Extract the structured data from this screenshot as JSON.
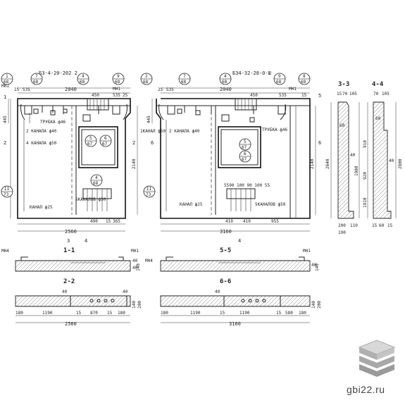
{
  "panel_left": {
    "marks": [
      "МН1",
      "МН1",
      "МН4"
    ],
    "series_code": "БЗ-4-20-202 2",
    "top_dim": "2040",
    "dims_top_left": [
      "15",
      "535"
    ],
    "dims_top_mid": [
      "450"
    ],
    "dims_top_right": [
      "535",
      "25"
    ],
    "left_dims": [
      "445",
      "2140"
    ],
    "channel_labels": [
      "2 КАНАЛА ф40",
      "ТРУБКА ф46",
      "4 КАНАЛА ф50",
      "КАНАЛ ф25",
      "5КАНАЛОВ ф50"
    ],
    "bottom_dims": [
      "490",
      "15",
      "365"
    ],
    "width": "2560",
    "section_marks": [
      "1",
      "1",
      "2",
      "2",
      "3",
      "3",
      "4",
      "4"
    ],
    "bubbles": [
      {
        "t": "1",
        "b": "68"
      },
      {
        "t": "7",
        "b": "68"
      },
      {
        "t": "4",
        "b": "68"
      },
      {
        "t": "9",
        "b": "68"
      },
      {
        "t": "5",
        "b": "67"
      },
      {
        "t": "6",
        "b": "67"
      },
      {
        "t": "II",
        "b": "73"
      },
      {
        "t": "4",
        "b": "68"
      }
    ]
  },
  "panel_right": {
    "marks": [
      "МН4",
      "МН1"
    ],
    "series_code": "БЗ4-32-28-0-Ш",
    "top_dim": "2040",
    "dims_top_left": [
      "25",
      "535"
    ],
    "dims_top_mid": [
      "450"
    ],
    "dims_top_right": [
      "535",
      "15"
    ],
    "left_dims": [
      "445",
      "2140"
    ],
    "channel_labels": [
      "1КАНАЛ ф50",
      "2 КАНАЛА ф40",
      "ТРУБКА ф46",
      "КАНАЛ ф25",
      "5КАНАЛОВ ф50"
    ],
    "bottom_dims": [
      "410",
      "410",
      "955"
    ],
    "width": "3160",
    "section_marks": [
      "5",
      "5",
      "6",
      "6",
      "4",
      "4"
    ],
    "bubbles": [
      {
        "t": "2",
        "b": "68"
      },
      {
        "t": "7",
        "b": "68"
      },
      {
        "t": "4",
        "b": "68"
      },
      {
        "t": "8",
        "b": "68"
      },
      {
        "t": "5",
        "b": "67"
      },
      {
        "t": "6",
        "b": "67"
      },
      {
        "t": "II",
        "b": "73"
      },
      {
        "t": "9",
        "b": "68"
      }
    ],
    "spacing_dims": "5590 100 90 100 55"
  },
  "section_33": {
    "title": "3-3",
    "top_dims": [
      "15",
      "70",
      "105"
    ],
    "side_dims": [
      "60",
      "2640",
      "1980",
      "40"
    ],
    "bottom_dims": [
      "200",
      "190",
      "110"
    ]
  },
  "section_44": {
    "title": "4-4",
    "top_dims": [
      "70",
      "105"
    ],
    "side_dims": [
      "60",
      "910",
      "920",
      "1910",
      "40",
      "2800"
    ],
    "bottom_dims": [
      "15",
      "60",
      "15"
    ]
  },
  "section_11": {
    "title": "1-1",
    "marks": [
      "МН4",
      "МН1"
    ],
    "dims": [
      "40",
      "40",
      "140"
    ]
  },
  "section_55": {
    "title": "5-5",
    "marks": [
      "МН4",
      "МН1"
    ],
    "dims": [
      "40",
      "140"
    ]
  },
  "section_22": {
    "title": "2-2",
    "dims": [
      "180",
      "1190",
      "15",
      "870",
      "15",
      "180"
    ],
    "width": "2560",
    "side": [
      "200",
      "140",
      "40",
      "40"
    ]
  },
  "section_66": {
    "title": "6-6",
    "dims": [
      "180",
      "1190",
      "15",
      "1190",
      "15",
      "580",
      "180"
    ],
    "width": "3160",
    "side": [
      "200",
      "140",
      "40"
    ]
  },
  "watermark": "gbi22.ru",
  "colors": {
    "line": "#222222",
    "logo": "#9a9a9a"
  }
}
